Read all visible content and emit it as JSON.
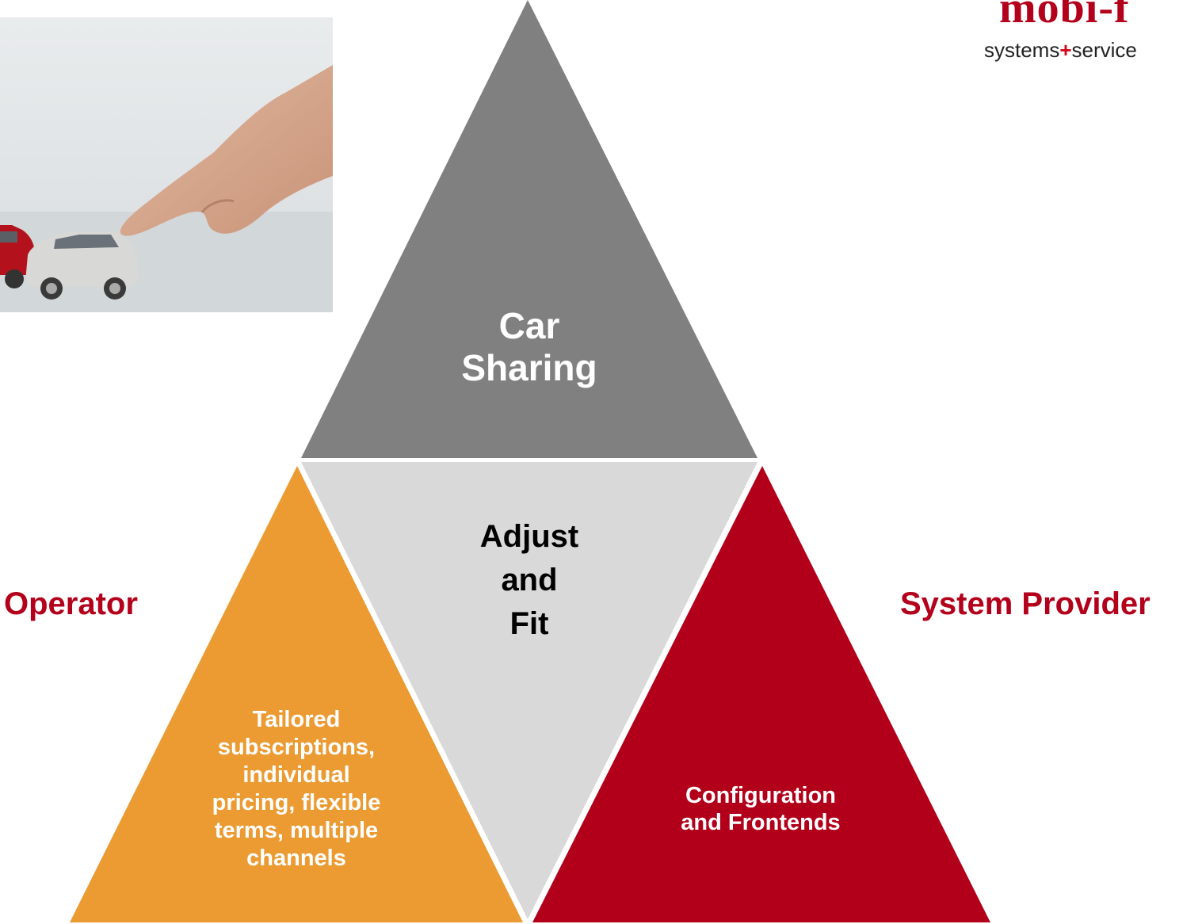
{
  "colors": {
    "top_triangle": "#808080",
    "center_triangle": "#d9d9d9",
    "left_triangle": "#eb9b32",
    "right_triangle": "#b2001b",
    "accent_red": "#b3001b"
  },
  "logo": {
    "wordmark": "mobi-f",
    "tagline_part1": "systems",
    "tagline_plus": "+",
    "tagline_part2": "service"
  },
  "photo": {
    "icon": "hand-pointing-toy-cars"
  },
  "top": {
    "line1": "Car",
    "line2": "Sharing"
  },
  "center": {
    "line1": "Adjust",
    "line2": "and",
    "line3": "Fit"
  },
  "left": {
    "lines": [
      "Tailored",
      "subscriptions,",
      "individual",
      "pricing, flexible",
      "terms, multiple",
      "channels"
    ]
  },
  "right": {
    "lines": [
      "Configuration",
      "and Frontends"
    ]
  },
  "labels": {
    "operator": "Operator",
    "system_provider": "System Provider"
  }
}
